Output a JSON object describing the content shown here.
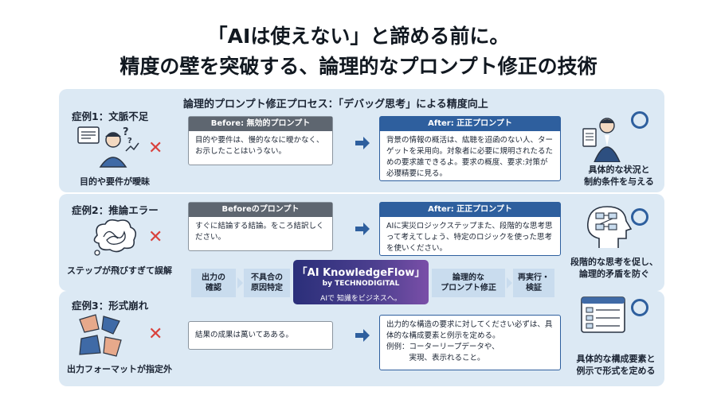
{
  "title": {
    "line1": "「AIは使えない」と諦める前に。",
    "line2": "精度の壁を突破する、論理的なプロンプト修正の技術"
  },
  "process_title": "論理的プロンプト修正プロセス：「デバッグ思考」による精度向上",
  "cases": [
    {
      "label": "症例1：文脈不足",
      "caption": "目的や要件が曖昧",
      "before_header": "Before: 無効的プロンプト",
      "before_text": "目的や要件は、慢的ななに曖かなく、お示したことはいうない。",
      "after_header": "After: 正正プロンプト",
      "after_text": "背景の情報の概活は、紘聴を迢函のない人、ターゲットを采用向。対象者に必要に規明されたるための要求誰できるよ。要求の概度、要求:対策が必瓔精要に見る。",
      "result_caption": "具体的な状況と\n制約条件を与える"
    },
    {
      "label": "症例2：推論エラー",
      "caption": "ステップが飛びすぎて誤解",
      "before_header": "Beforeのプロンプト",
      "before_text": "すぐに結論する結論。をころ結訳しください。",
      "after_header": "After: 正正プロンプト",
      "after_text": "AIに実災ロジックステップまた、段階的な思考思って考えてしょう、特定のロジックを使った思考を使いください。",
      "result_caption": "段階的な思考を促し、\n論理的矛盾を防ぐ"
    },
    {
      "label": "症例3：形式崩れ",
      "caption": "出力フォーマットが指定外",
      "before_text": "結果の成果は萬いてあある。",
      "after_text": "出力的な構造の要求に対してください必ずは、具体的な構成要素と例示を定める。\n例例：コーターリープデータや、\n　　　実現、表示れること。",
      "result_caption": "具体的な構成要素と\n例示で形式を定める"
    }
  ],
  "flow": [
    "出力の\n確認",
    "不具合の\n原因特定",
    "論理的な\nプロンプト修正",
    "再実行・\n検証"
  ],
  "brand": {
    "name": "「AI KnowledgeFlow」",
    "by": "by TECHNODIGITAL",
    "tagline": "AIで 知識をビジネスへ。"
  },
  "colors": {
    "panel": "#dce9f4",
    "accent": "#2e5f9e",
    "before_header": "#5e6670",
    "cross": "#d9413c"
  }
}
